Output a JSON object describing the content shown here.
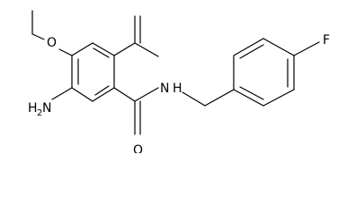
{
  "molecule": {
    "atoms": {
      "F": "F",
      "O_methoxy": "O",
      "N_amide": "N",
      "H_amide": "H",
      "O_carbonyl": "O",
      "amine_H": "H",
      "amine_sub": "2",
      "amine_N": "N"
    }
  }
}
